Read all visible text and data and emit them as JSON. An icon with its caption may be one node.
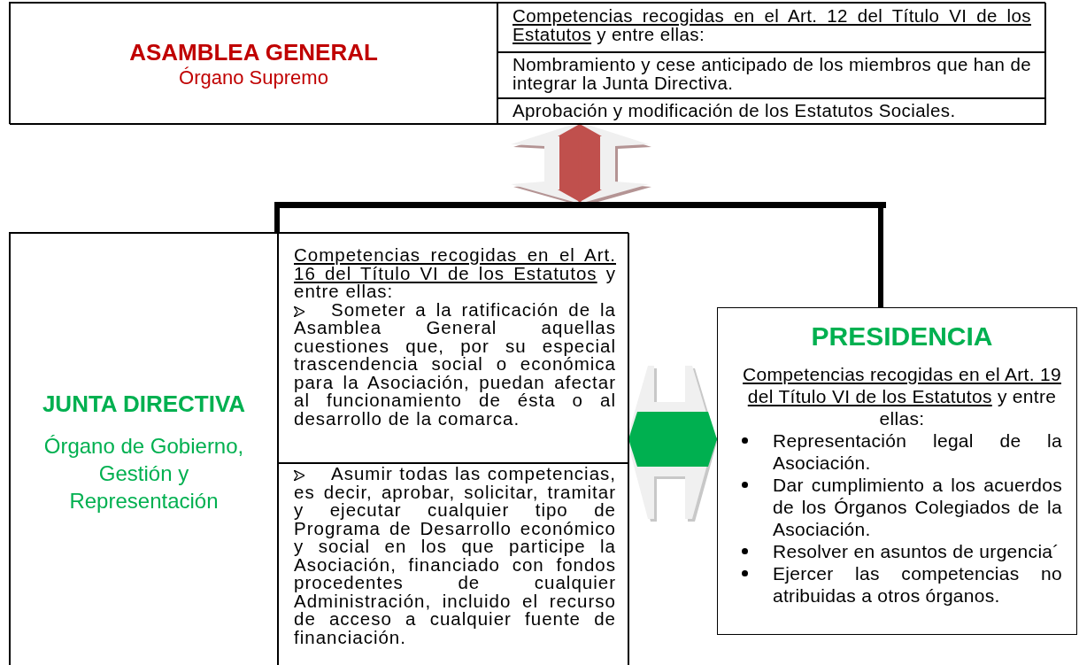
{
  "diagram": {
    "nodes": [
      {
        "text": [],
        "shape": "box"
      },
      {
        "text": [
          "ASAMBLEA GENERAL",
          "Órgano Supremo"
        ],
        "in": 0
      },
      {
        "text": [
          "Competencias recogidas en el Art. 12 del Título VI de los Estatutos",
          "y entre ellas:"
        ],
        "in": 0
      },
      {
        "text": [
          "Nombramiento y cese anticipado de los miembros que han de integrar la Junta Directiva."
        ],
        "in": 0
      },
      {
        "text": [
          "Aprobación y modificación de los Estatutos Sociales."
        ],
        "in": 0
      },
      {
        "text": [],
        "shape": "bar"
      },
      {
        "text": [],
        "shape": "box"
      },
      {
        "text": [
          "JUNTA DIRECTIVA",
          "Órgano de Gobierno, Gestión y Representación"
        ],
        "in": 6
      },
      {
        "text": [
          "Competencias recogidas en el Art. 16 del Título VI de los Estatutos",
          "y entre ellas:",
          "Someter a la ratificación de la Asamblea General aquellas cuestiones que, por su especial trascendencia social o económica para la Asociación, puedan afectar al funcionamiento de ésta o al desarrollo de la comarca."
        ],
        "in": 6
      },
      {
        "text": [
          "Asumir todas las competencias, es decir, aprobar, solicitar, tramitar y ejecutar cualquier tipo de Programa de Desarrollo económico y social en los que participe la Asociación, financiado con fondos procedentes de cualquier Administración, incluido el recurso de acceso a cualquier fuente de financiación."
        ],
        "in": 6
      },
      {
        "text": [
          "PRESIDENCIA",
          "Competencias recogidas en el Art. 19 del Título VI de los Estatutos",
          "y entre ellas:",
          "Representación legal de la Asociación.",
          "Dar cumplimiento a los acuerdos de los Órganos Colegiados de la Asociación.",
          "Resolver en asuntos de urgencia´",
          "Ejercer las competencias no atribuidas a otros órganos."
        ]
      }
    ],
    "edges": [
      {
        "from": 0,
        "to": 5,
        "arrow": "both",
        "color": "#c0504d"
      },
      {
        "from": 5,
        "to": 6,
        "arrow": "none",
        "style": "thick"
      },
      {
        "from": 5,
        "to": 10,
        "arrow": "none",
        "style": "thick"
      },
      {
        "from": 6,
        "to": 10,
        "arrow": "both",
        "color": "#00b050"
      }
    ]
  }
}
